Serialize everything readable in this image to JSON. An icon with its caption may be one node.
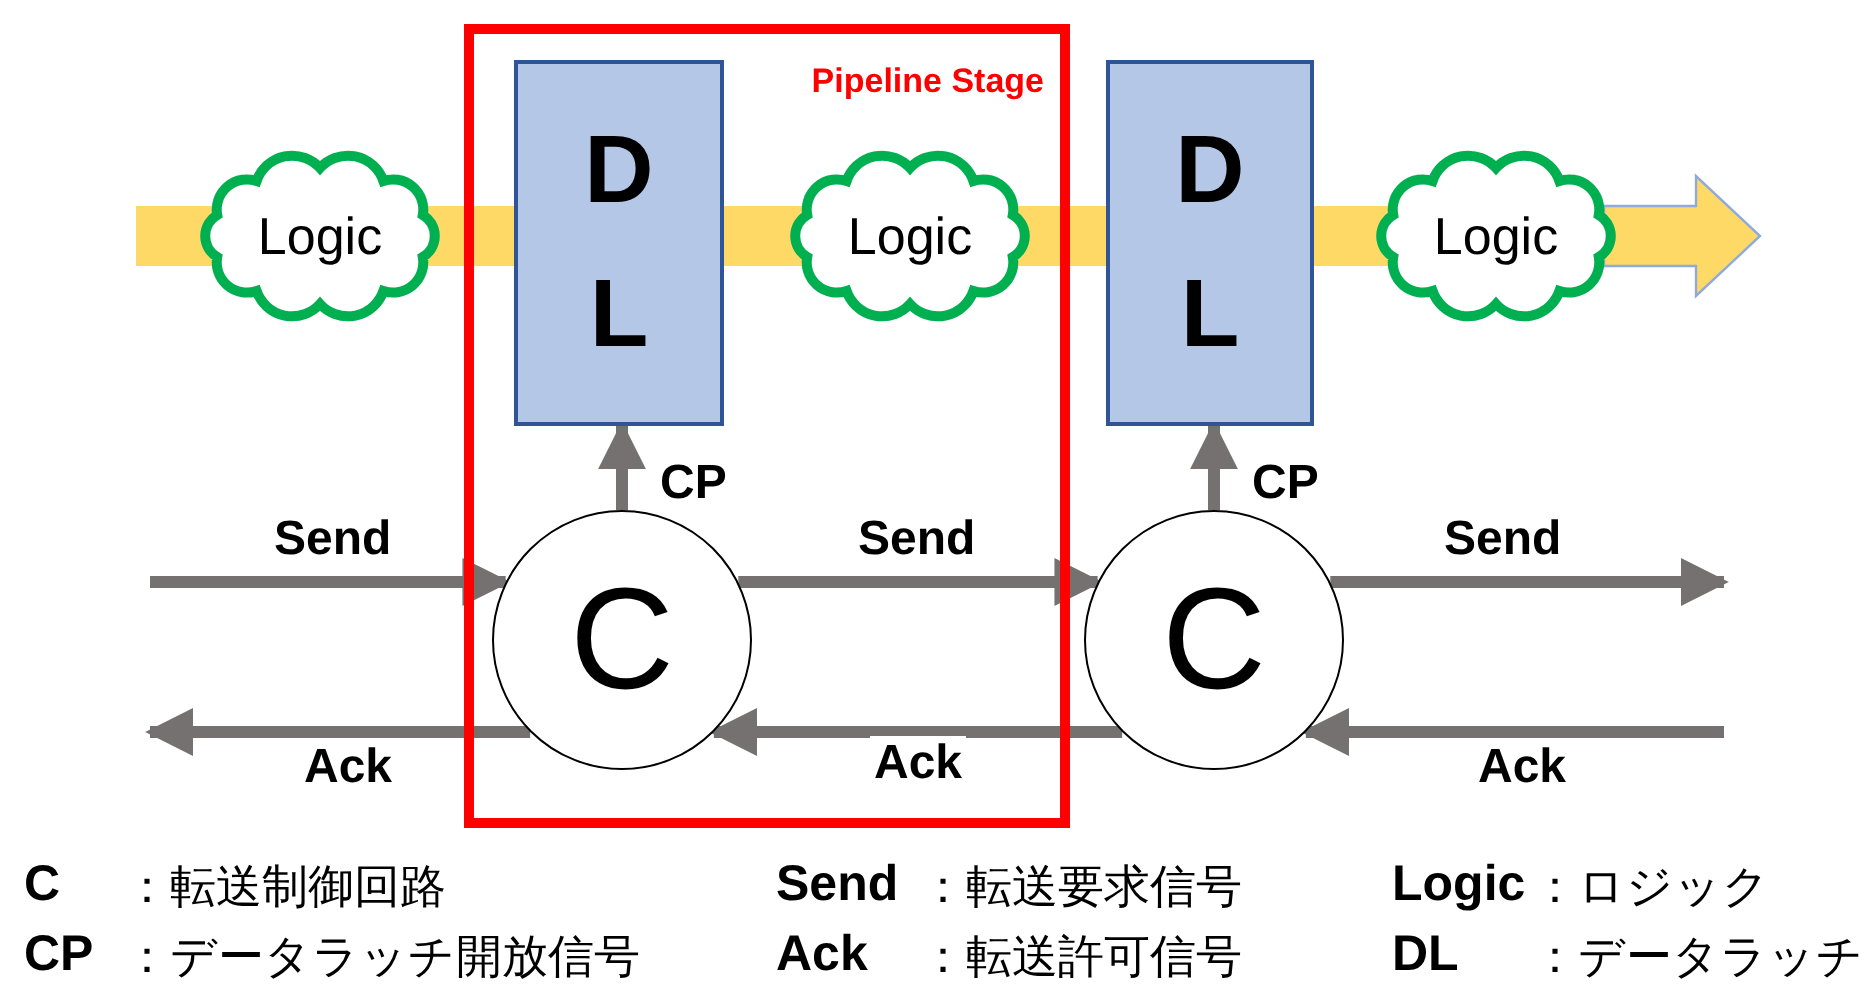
{
  "diagram": {
    "nodes": [
      {
        "text": [
          "Logic"
        ]
      },
      {
        "text": [
          "Pipeline Stage"
        ]
      },
      {
        "text": [
          "D L"
        ],
        "in": 1
      },
      {
        "text": [
          "Logic"
        ],
        "in": 1
      },
      {
        "text": [
          "C"
        ],
        "in": 1
      },
      {
        "text": [
          "D L"
        ]
      },
      {
        "text": [
          "Logic"
        ]
      },
      {
        "text": [
          "C"
        ]
      }
    ],
    "edges": [
      {
        "from": null,
        "to": 0,
        "arrow": "none",
        "style": "thick",
        "color": "#ffd966"
      },
      {
        "from": 0,
        "to": 2,
        "arrow": "none",
        "style": "thick",
        "color": "#ffd966"
      },
      {
        "from": 2,
        "to": 3,
        "arrow": "none",
        "style": "thick",
        "color": "#ffd966"
      },
      {
        "from": 3,
        "to": 5,
        "arrow": "none",
        "style": "thick",
        "color": "#ffd966"
      },
      {
        "from": 5,
        "to": 6,
        "arrow": "none",
        "style": "thick",
        "color": "#ffd966"
      },
      {
        "from": 6,
        "to": null,
        "arrow": "to",
        "style": "thick",
        "color": "#ffd966"
      },
      {
        "from": 4,
        "to": 2,
        "arrow": "to",
        "label": "CP"
      },
      {
        "from": 7,
        "to": 5,
        "arrow": "to",
        "label": "CP"
      },
      {
        "from": null,
        "to": 4,
        "arrow": "to",
        "label": "Send"
      },
      {
        "from": 4,
        "to": 7,
        "arrow": "to",
        "label": "Send"
      },
      {
        "from": 7,
        "to": null,
        "arrow": "to",
        "label": "Send"
      },
      {
        "from": 4,
        "to": null,
        "arrow": "to",
        "label": "Ack"
      },
      {
        "from": 7,
        "to": 4,
        "arrow": "to",
        "label": "Ack"
      },
      {
        "from": null,
        "to": 7,
        "arrow": "to",
        "label": "Ack"
      }
    ],
    "labels": [
      "C",
      "：転送制御回路",
      "Send",
      "：転送要求信号",
      "Logic",
      "：ロジック",
      "CP",
      "：データラッチ開放信号",
      "Ack",
      "：転送許可信号",
      "DL",
      "：データラッチ"
    ]
  }
}
